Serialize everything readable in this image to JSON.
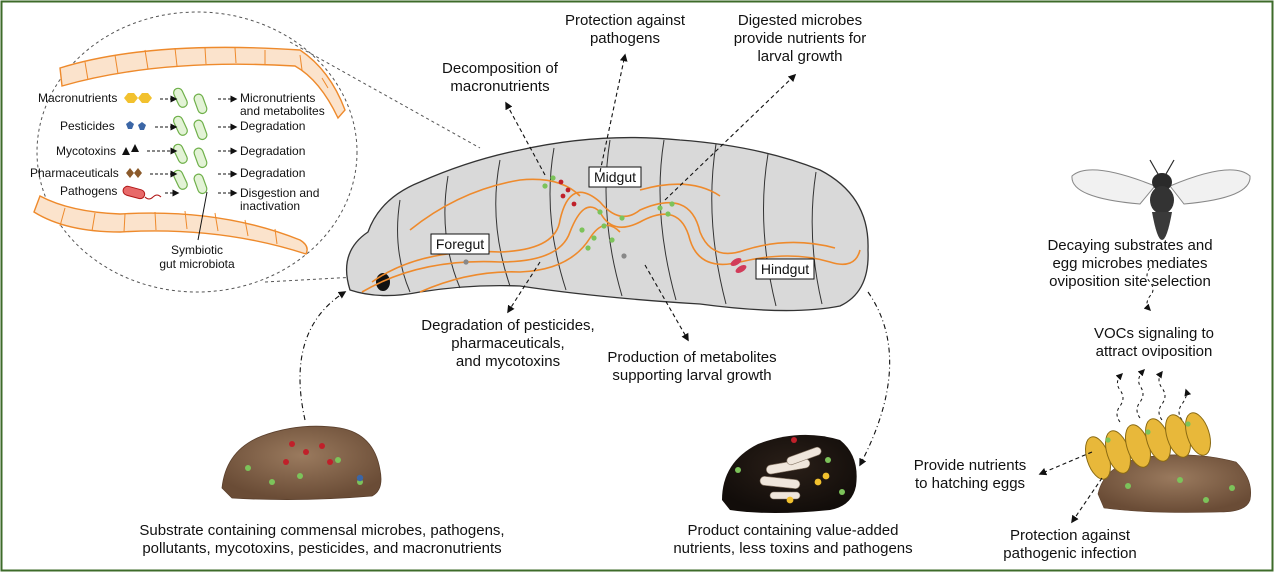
{
  "inset": {
    "rows": [
      {
        "name": "Macronutrients",
        "result_lines": [
          "Micronutrients",
          "and metabolites"
        ]
      },
      {
        "name": "Pesticides",
        "result_lines": [
          "Degradation"
        ]
      },
      {
        "name": "Mycotoxins",
        "result_lines": [
          "Degradation"
        ]
      },
      {
        "name": "Pharmaceuticals",
        "result_lines": [
          "Degradation"
        ]
      },
      {
        "name": "Pathogens",
        "result_lines": [
          "Disgestion and",
          "inactivation"
        ]
      }
    ],
    "microbiota_label": [
      "Symbiotic",
      "gut microbiota"
    ]
  },
  "larva": {
    "foregut": "Foregut",
    "midgut": "Midgut",
    "hindgut": "Hindgut"
  },
  "functions": {
    "decomposition": [
      "Decomposition of",
      "macronutrients"
    ],
    "protection": [
      "Protection against",
      "pathogens"
    ],
    "digested": [
      "Digested microbes",
      "provide nutrients for",
      "larval growth"
    ],
    "degradation": [
      "Degradation of pesticides,",
      "pharmaceuticals,",
      "and mycotoxins"
    ],
    "production": [
      "Production of metabolites",
      "supporting larval growth"
    ]
  },
  "substrate": [
    "Substrate containing commensal microbes, pathogens,",
    "pollutants, mycotoxins, pesticides, and macronutrients"
  ],
  "product": [
    "Product containing value-added",
    "nutrients, less toxins and pathogens"
  ],
  "oviposition": {
    "decaying": [
      "Decaying substrates and",
      "egg microbes mediates",
      "oviposition site selection"
    ],
    "vocs": [
      "VOCs signaling to",
      "attract oviposition"
    ],
    "nutrients": [
      "Provide nutrients",
      "to hatching eggs"
    ],
    "protection": [
      "Protection against",
      "pathogenic infection"
    ]
  },
  "colors": {
    "border": "#3d6b2a",
    "larva_body": "#d9d9d9",
    "gut_line": "#ee8a2c",
    "microbe_green": "#7cc35a",
    "pathogen_red": "#c0202a",
    "soil": "#7a5a42",
    "egg": "#e8b83a"
  }
}
